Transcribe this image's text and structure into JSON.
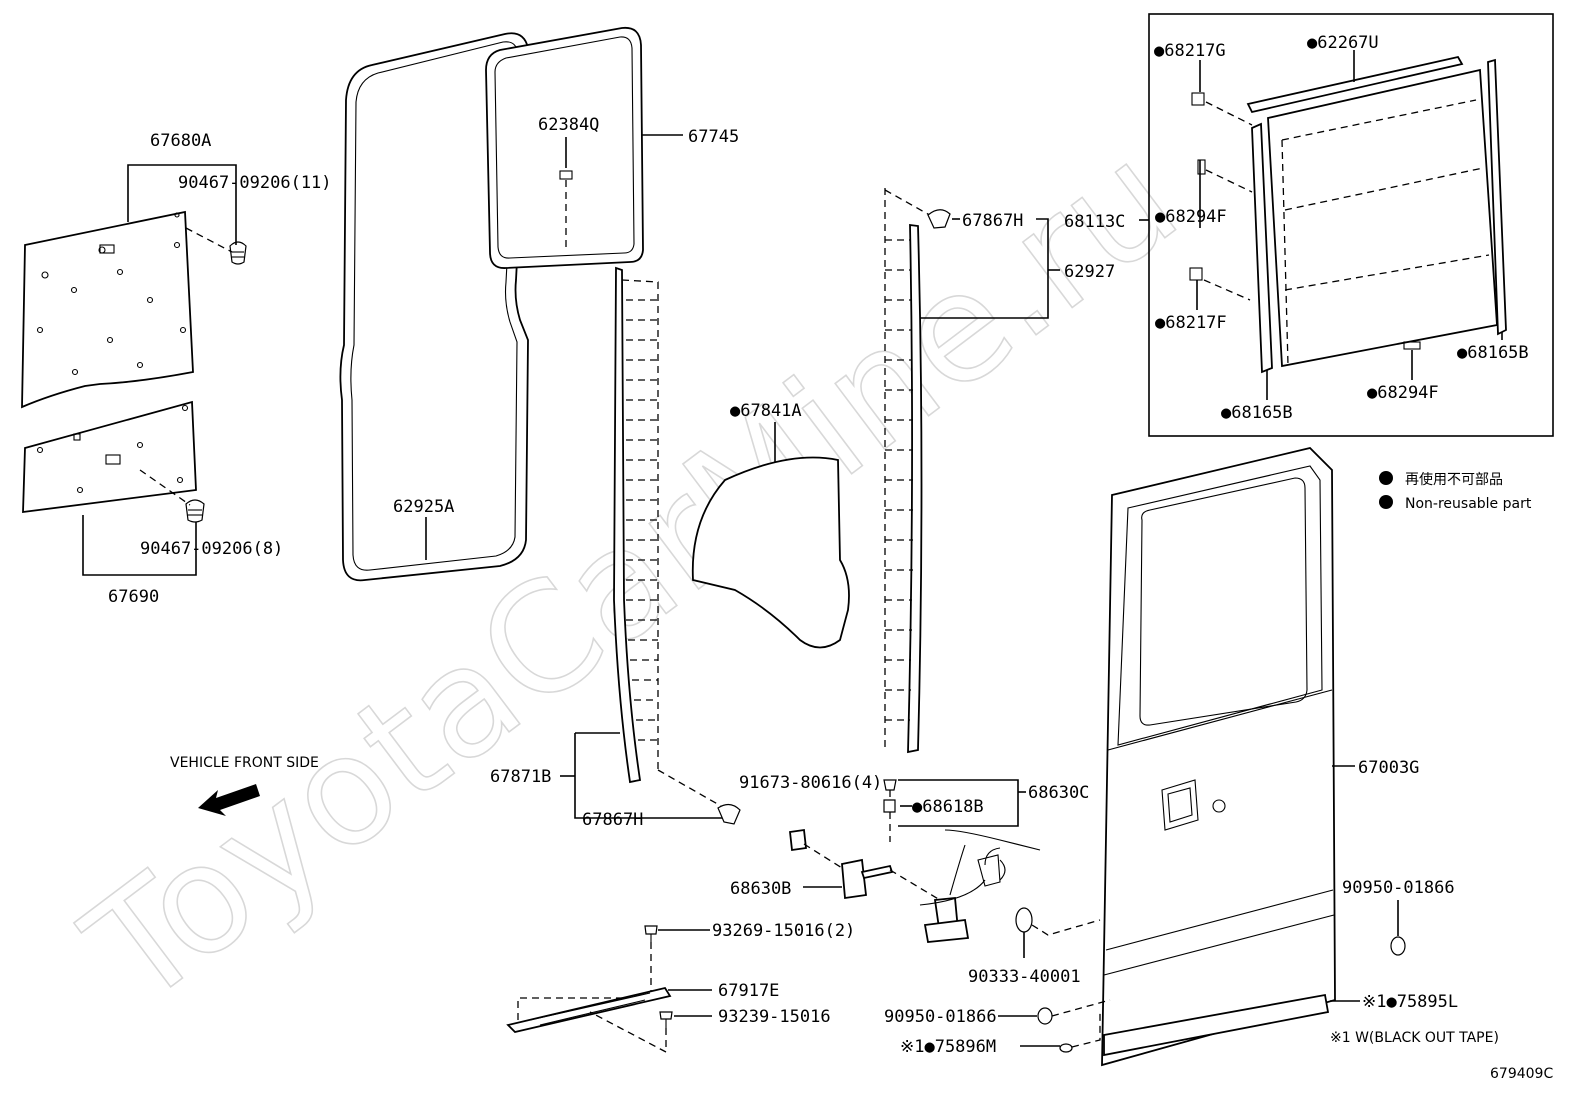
{
  "watermark": "ToyotaCarMine.ru",
  "direction_label": "VEHICLE FRONT SIDE",
  "legend": {
    "jp": "再使用不可部品",
    "en": "Non-reusable part",
    "tape_note": "※1 W(BLACK OUT TAPE)"
  },
  "figure_code": "679409C",
  "parts": {
    "p67680A": "67680A",
    "p90467a": "90467-09206(11)",
    "p90467b": "90467-09206(8)",
    "p67690": "67690",
    "p62925A": "62925A",
    "p62384Q": "62384Q",
    "p67745": "67745",
    "p67841A": "●67841A",
    "p67871B": "67871B",
    "p67867H_a": "67867H",
    "p67867H_b": "67867H",
    "p62927": "62927",
    "p68113C": "68113C",
    "p68217G": "●68217G",
    "p62267U": "●62267U",
    "p68294F_a": "●68294F",
    "p68217F": "●68217F",
    "p68165B_a": "●68165B",
    "p68294F_b": "●68294F",
    "p68165B_b": "●68165B",
    "p91673": "91673-80616(4)",
    "p68618B": "●68618B",
    "p68630C": "68630C",
    "p68630B": "68630B",
    "p93269": "93269-15016(2)",
    "p67917E": "67917E",
    "p93239": "93239-15016",
    "p67003G": "67003G",
    "p90950a": "90950-01866",
    "p90333": "90333-40001",
    "p90950b": "90950-01866",
    "p75895L": "※1●75895L",
    "p75896M": "※1●75896M"
  },
  "icons": {
    "arrow": "left-arrow-icon",
    "bullet": "filled-circle-icon"
  }
}
